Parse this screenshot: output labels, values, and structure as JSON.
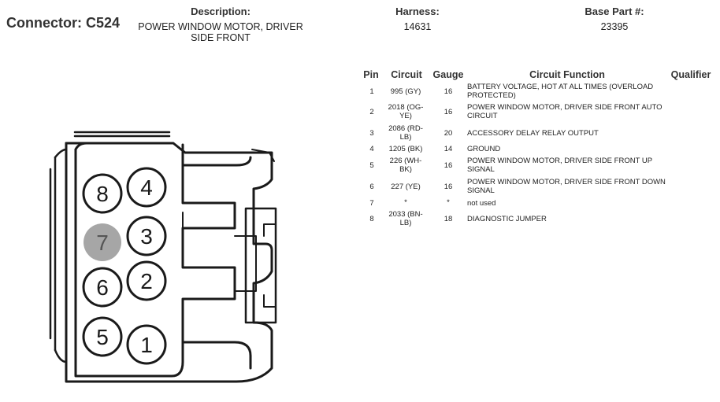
{
  "connector": {
    "label": "Connector:",
    "id": "C524"
  },
  "description": {
    "header": "Description:",
    "value": "POWER WINDOW MOTOR, DRIVER SIDE FRONT"
  },
  "harness": {
    "header": "Harness:",
    "value": "14631"
  },
  "base_part": {
    "header": "Base Part #:",
    "value": "23395"
  },
  "table": {
    "headers": {
      "pin": "Pin",
      "circuit": "Circuit",
      "gauge": "Gauge",
      "function": "Circuit Function",
      "qualifier": "Qualifier"
    },
    "rows": [
      {
        "pin": "1",
        "circuit": "995 (GY)",
        "gauge": "16",
        "function": "BATTERY VOLTAGE, HOT AT ALL TIMES (OVERLOAD PROTECTED)"
      },
      {
        "pin": "2",
        "circuit": "2018 (OG-YE)",
        "gauge": "16",
        "function": "POWER WINDOW MOTOR, DRIVER SIDE FRONT AUTO CIRCUIT"
      },
      {
        "pin": "3",
        "circuit": "2086 (RD-LB)",
        "gauge": "20",
        "function": "ACCESSORY DELAY RELAY OUTPUT"
      },
      {
        "pin": "4",
        "circuit": "1205 (BK)",
        "gauge": "14",
        "function": "GROUND"
      },
      {
        "pin": "5",
        "circuit": "226 (WH-BK)",
        "gauge": "16",
        "function": "POWER WINDOW MOTOR, DRIVER SIDE FRONT UP SIGNAL"
      },
      {
        "pin": "6",
        "circuit": "227 (YE)",
        "gauge": "16",
        "function": "POWER WINDOW MOTOR, DRIVER SIDE FRONT DOWN SIGNAL"
      },
      {
        "pin": "7",
        "circuit": "*",
        "gauge": "*",
        "function": "not used"
      },
      {
        "pin": "8",
        "circuit": "2033 (BN-LB)",
        "gauge": "18",
        "function": "DIAGNOSTIC JUMPER"
      }
    ]
  },
  "diagram": {
    "pins": [
      {
        "label": "8",
        "unused": false
      },
      {
        "label": "4",
        "unused": false
      },
      {
        "label": "7",
        "unused": true
      },
      {
        "label": "3",
        "unused": false
      },
      {
        "label": "6",
        "unused": false
      },
      {
        "label": "2",
        "unused": false
      },
      {
        "label": "5",
        "unused": false
      },
      {
        "label": "1",
        "unused": false
      }
    ],
    "colors": {
      "line": "#1a1a1a",
      "unused_pin_fill": "#a6a6a6"
    }
  }
}
